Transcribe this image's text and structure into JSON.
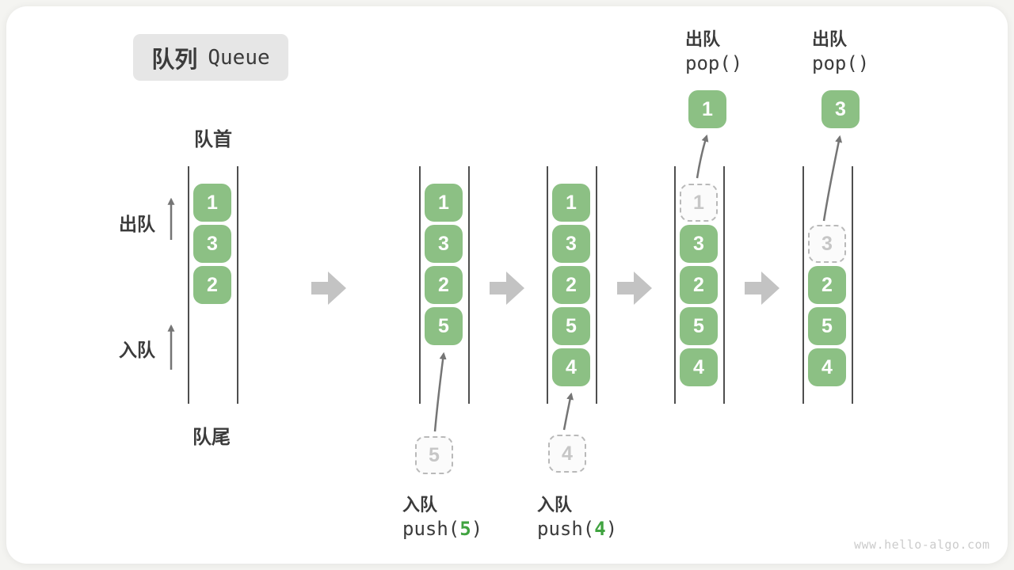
{
  "title": {
    "zh": "队列",
    "en": "Queue"
  },
  "side_labels": {
    "front": "队首",
    "rear": "队尾",
    "dequeue": "出队",
    "enqueue": "入队"
  },
  "watermark": "www.hello-algo.com",
  "colors": {
    "cell_green": "#8cc084",
    "argument_green": "#40a340",
    "dashed_gray": "#b9b9b9",
    "block_arrow_gray": "#c3c3c3",
    "text_dark": "#3b3b3b",
    "watermark_gray": "#cbcbcb"
  },
  "queues": [
    {
      "cells": [
        {
          "value": "1",
          "slot": 0
        },
        {
          "value": "3",
          "slot": 1
        },
        {
          "value": "2",
          "slot": 2
        }
      ]
    },
    {
      "cells": [
        {
          "value": "1",
          "slot": 0
        },
        {
          "value": "3",
          "slot": 1
        },
        {
          "value": "2",
          "slot": 2
        },
        {
          "value": "5",
          "slot": 3
        }
      ],
      "incoming": {
        "value": "5"
      },
      "op": {
        "label": "入队",
        "fn": "push(",
        "arg": "5",
        "close": ")",
        "position": "bottom"
      }
    },
    {
      "cells": [
        {
          "value": "1",
          "slot": 0
        },
        {
          "value": "3",
          "slot": 1
        },
        {
          "value": "2",
          "slot": 2
        },
        {
          "value": "5",
          "slot": 3
        },
        {
          "value": "4",
          "slot": 4
        }
      ],
      "incoming": {
        "value": "4"
      },
      "op": {
        "label": "入队",
        "fn": "push(",
        "arg": "4",
        "close": ")",
        "position": "bottom"
      }
    },
    {
      "cells": [
        {
          "value": "1",
          "slot": 0,
          "dashed": true
        },
        {
          "value": "3",
          "slot": 1
        },
        {
          "value": "2",
          "slot": 2
        },
        {
          "value": "5",
          "slot": 3
        },
        {
          "value": "4",
          "slot": 4
        }
      ],
      "popped": {
        "value": "1"
      },
      "op": {
        "label": "出队",
        "fn": "pop()",
        "position": "top"
      }
    },
    {
      "cells": [
        {
          "value": "3",
          "slot": 1,
          "dashed": true
        },
        {
          "value": "2",
          "slot": 2
        },
        {
          "value": "5",
          "slot": 3
        },
        {
          "value": "4",
          "slot": 4
        }
      ],
      "popped": {
        "value": "3"
      },
      "op": {
        "label": "出队",
        "fn": "pop()",
        "position": "top"
      }
    }
  ]
}
